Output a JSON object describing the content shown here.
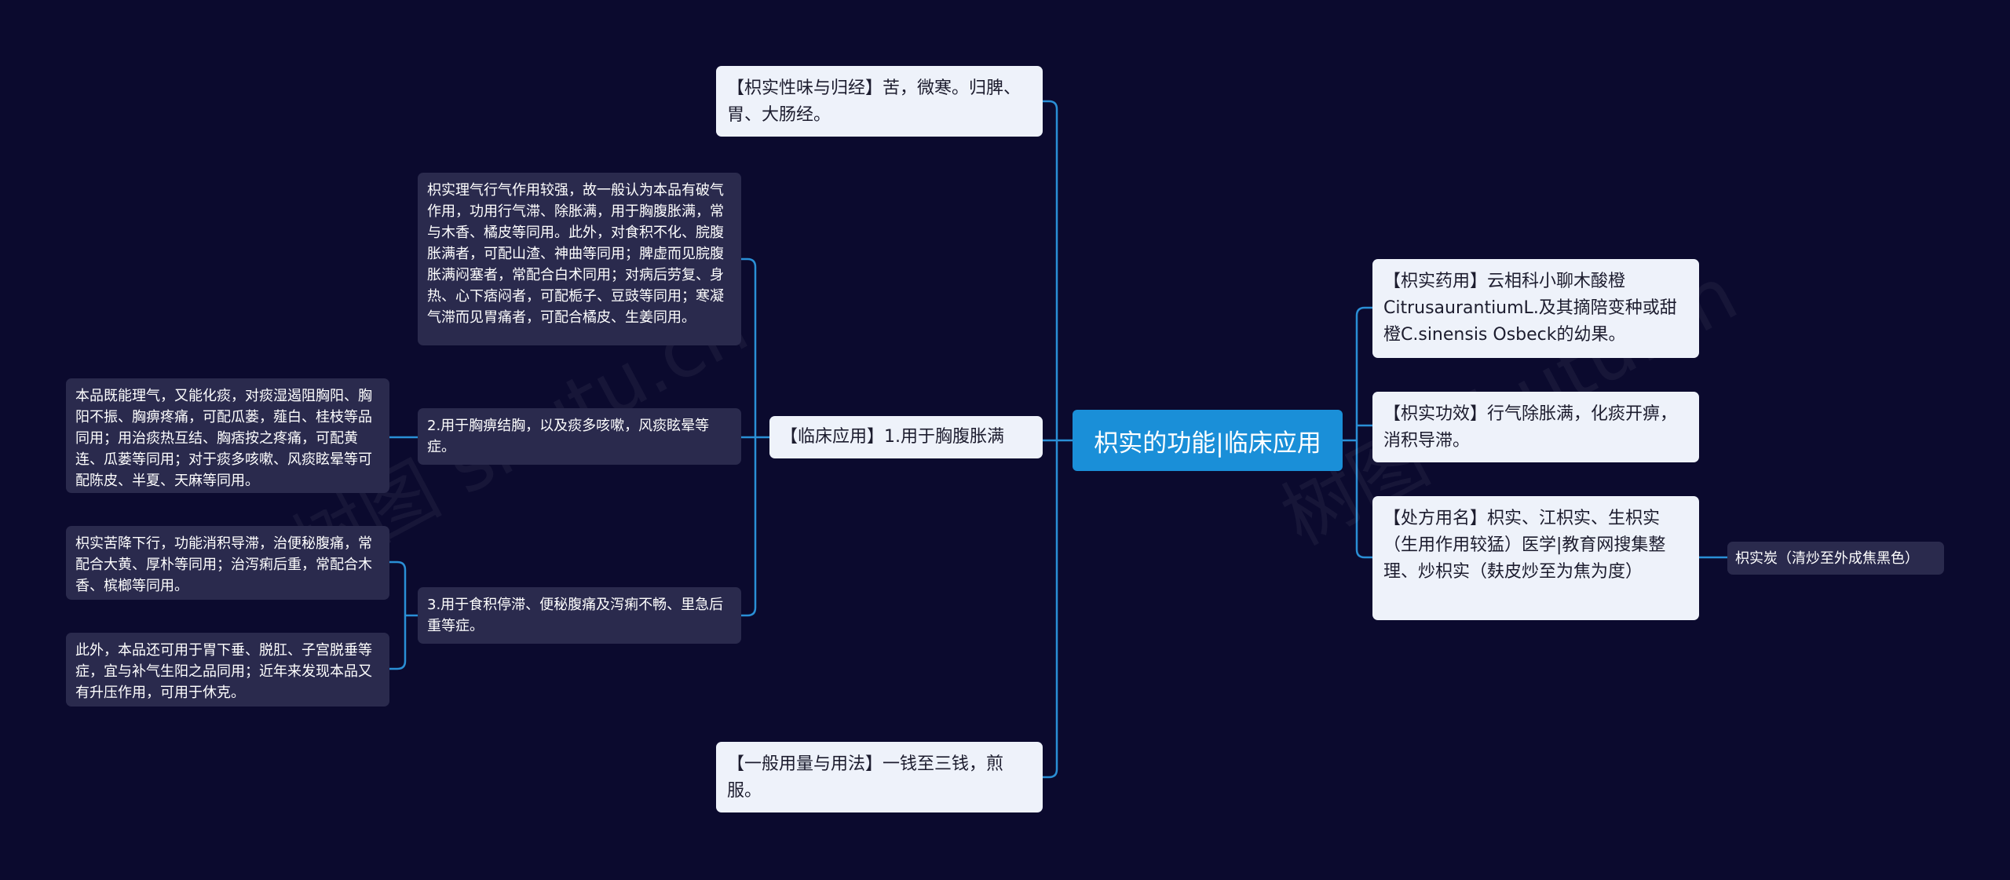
{
  "root": "枳实的功能|临床应用",
  "right": [
    "【枳实药用】云相科小聊木酸橙CitrusaurantiumL.及其摘陪变种或甜橙C.sinensis Osbeck的幼果。",
    "【枳实功效】行气除胀满，化痰开痹，消积导滞。",
    "【处方用名】枳实、江枳实、生枳实（生用作用较猛）医学|教育网搜集整理、炒枳实（麸皮炒至为焦为度）"
  ],
  "right_child": "枳实炭（清炒至外成焦黑色）",
  "left": {
    "top": "【枳实性味与归经】苦，微寒。归脾、胃、大肠经。",
    "clinical": "【临床应用】1.用于胸腹胀满",
    "bottom": "【一般用量与用法】一钱至三钱，煎服。"
  },
  "clinical_children": {
    "c1": "枳实理气行气作用较强，故一般认为本品有破气作用，功用行气滞、除胀满，用于胸腹胀满，常与木香、橘皮等同用。此外，对食积不化、脘腹胀满者，可配山渣、神曲等同用；脾虚而见脘腹胀满闷塞者，常配合白术同用；对病后劳复、身热、心下痞闷者，可配栀子、豆豉等同用；寒凝气滞而见胃痛者，可配合橘皮、生姜同用。",
    "c2": "2.用于胸痹结胸，以及痰多咳嗽，风痰眩晕等症。",
    "c2_child": "本品既能理气，又能化痰，对痰湿遏阻胸阳、胸阳不振、胸痹疼痛，可配瓜蒌，薤白、桂枝等品同用；用治痰热互结、胸痞按之疼痛，可配黄连、瓜蒌等同用；对于痰多咳嗽、风痰眩晕等可配陈皮、半夏、天麻等同用。",
    "c3": "3.用于食积停滞、便秘腹痛及泻痢不畅、里急后重等症。",
    "c3_child1": "枳实苦降下行，功能消积导滞，治便秘腹痛，常配合大黄、厚朴等同用；治泻痢后重，常配合木香、槟榔等同用。",
    "c3_child2": "此外，本品还可用于胃下垂、脱肛、子宫脱垂等症，宜与补气生阳之品同用；近年来发现本品又有升压作用，可用于休克。"
  },
  "colors": {
    "background": "#0b0a2e",
    "root": "#1a8fd8",
    "link": "#2a8fd6",
    "l1": "#eef2fa",
    "l2": "#2a2a4d"
  }
}
